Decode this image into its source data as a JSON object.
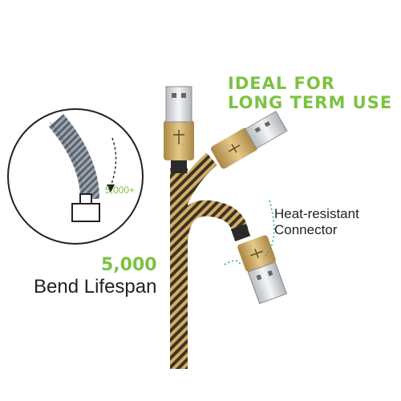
{
  "headline": {
    "line1": "IDEAL FOR",
    "line2": "LONG TERM USE"
  },
  "bend": {
    "count": "5,000",
    "label": "Bend Lifespan",
    "inset_counter": "5,000+"
  },
  "connector": {
    "line1": "Heat-resistant",
    "line2": "Connector"
  },
  "colors": {
    "accent_green": "#7cc242",
    "gold": "#c9a35c",
    "braid_dark": "#3b3325",
    "text": "#222222"
  }
}
